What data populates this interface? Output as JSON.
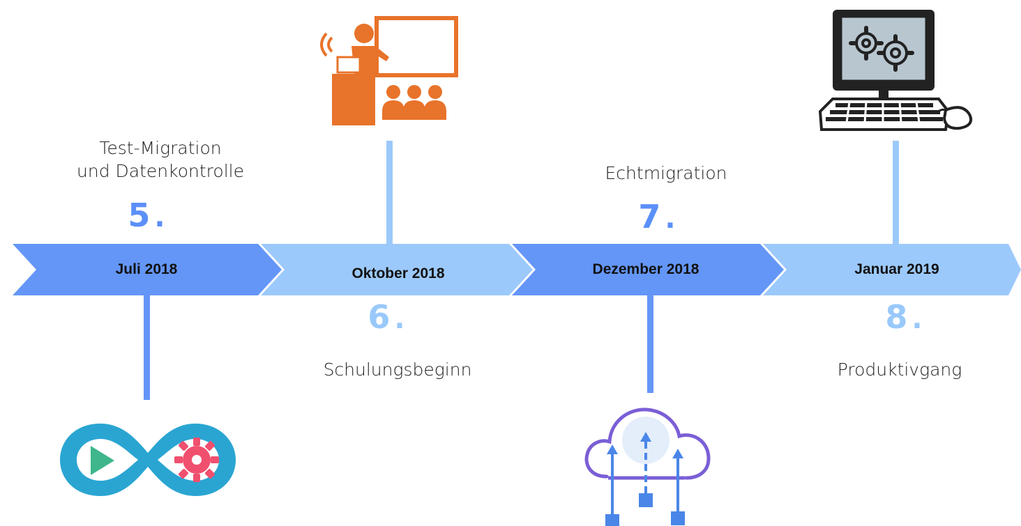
{
  "steps": [
    {
      "number": "5",
      "dot": ".",
      "date": "Juli 2018",
      "label_line1": "Test-Migration",
      "label_line2": "und Datenkontrolle",
      "color": "#5b8ff9",
      "icon": "infinity-play-gear-icon"
    },
    {
      "number": "6",
      "dot": ".",
      "date": "Oktober 2018",
      "label_line1": "Schulungsbeginn",
      "color": "#99c9fa",
      "icon": "teacher-presentation-icon"
    },
    {
      "number": "7",
      "dot": ".",
      "date": "Dezember 2018",
      "label_line1": "Echtmigration",
      "color": "#5b8ff9",
      "icon": "cloud-upload-icon"
    },
    {
      "number": "8",
      "dot": ".",
      "date": "Januar 2019",
      "label_line1": "Produktivgang",
      "color": "#99c9fa",
      "icon": "computer-gears-icon"
    }
  ]
}
